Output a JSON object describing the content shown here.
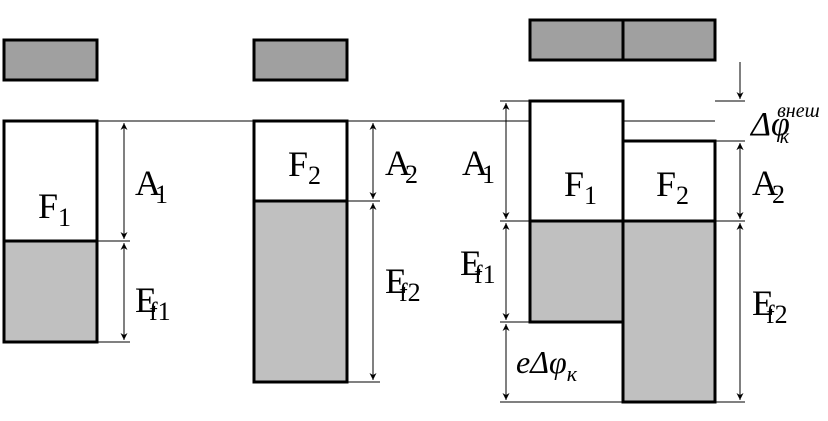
{
  "colors": {
    "metal_fill": "#a0a0a0",
    "filled_band_fill": "#c0c0c0",
    "empty_band_fill": "#ffffff",
    "stroke": "#000000"
  },
  "left_diagram": {
    "band_label": "F",
    "band_sub": "1",
    "energy_label": "A",
    "energy_sub": "1",
    "fermi_label": "E",
    "fermi_sub": "f1"
  },
  "middle_diagram": {
    "band_label": "F",
    "band_sub": "2",
    "energy_label": "A",
    "energy_sub": "2",
    "fermi_label": "E",
    "fermi_sub": "f2"
  },
  "right_diagram": {
    "band1_label": "F",
    "band1_sub": "1",
    "band2_label": "F",
    "band2_sub": "2",
    "energy1_label": "A",
    "energy1_sub": "1",
    "energy2_label": "A",
    "energy2_sub": "2",
    "fermi1_label": "E",
    "fermi1_sub": "f1",
    "fermi2_label": "E",
    "fermi2_sub": "f2",
    "potential_label": "Δφ",
    "potential_sub": "к",
    "potential_sup": "внеш",
    "charge_potential_prefix": "e",
    "charge_potential_symbol": "Δφ",
    "charge_potential_sub": "к"
  }
}
